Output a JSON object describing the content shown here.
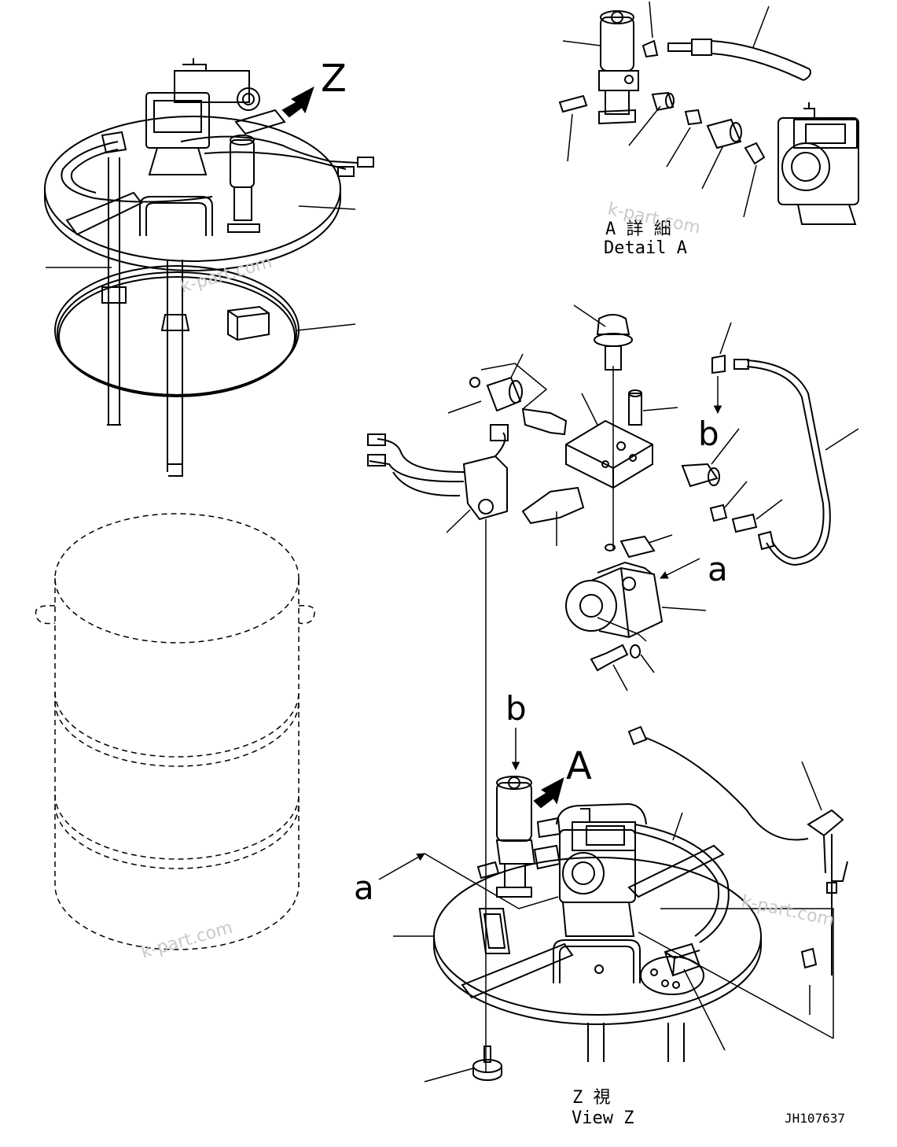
{
  "labels": {
    "view_marker": "Z",
    "detail_marker": "A",
    "ref_a": "a",
    "ref_b": "b"
  },
  "captions": {
    "detail_jp": "A 詳 細",
    "detail_en": "Detail A",
    "view_jp": "Z 視",
    "view_en": "View Z"
  },
  "drawing_number": "JH107637",
  "watermark": "k-part.com"
}
